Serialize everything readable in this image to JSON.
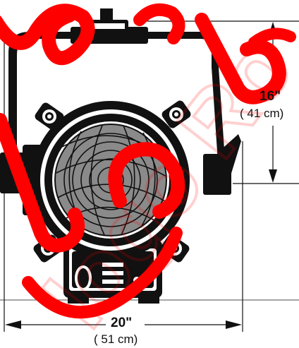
{
  "dimensions": {
    "height_imperial": "16\"",
    "height_metric": "( 41 cm)",
    "width_imperial": "20\"",
    "width_metric": "( 51 cm)"
  },
  "watermark": {
    "text": "logo Ro",
    "color": "#ff0000"
  },
  "colors": {
    "line": "#111111",
    "body": "#111111",
    "lens": "#8a8a8a",
    "background": "#ffffff"
  },
  "icons": [
    "fresnel-lamp-icon",
    "yoke-icon",
    "knob-icon",
    "lens-icon"
  ]
}
